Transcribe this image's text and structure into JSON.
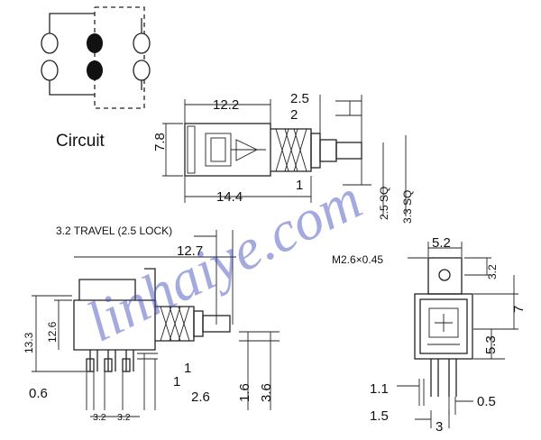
{
  "circuit_label": "Circuit",
  "top_view": {
    "d_12_2": "12.2",
    "d_2_5": "2.5",
    "d_2": "2",
    "d_7_8": "7.8",
    "d_14_4": "14.4",
    "d_1": "1",
    "d_2_5_sq": "2.5 SQ",
    "d_3_3_sq": "3.3 SQ"
  },
  "side_view": {
    "travel_note": "3.2 TRAVEL (2.5 LOCK)",
    "d_12_7": "12.7",
    "d_13_3": "13.3",
    "d_12_6": "12.6",
    "d_1a": "1",
    "d_1b": "1",
    "d_0_6": "0.6",
    "d_2_6": "2.6",
    "d_1_6": "1.6",
    "d_3_6": "3.6",
    "d_3_2a": "3.2",
    "d_3_2b": "3.2"
  },
  "front_view": {
    "thread": "M2.6×0.45",
    "d_5_2": "5.2",
    "d_3_2": "3.2",
    "d_7": "7",
    "d_5_3": "5.3",
    "d_1_1": "1.1",
    "d_0_5": "0.5",
    "d_1_5": "1.5",
    "d_3": "3"
  },
  "watermark": "linhaiye.com"
}
